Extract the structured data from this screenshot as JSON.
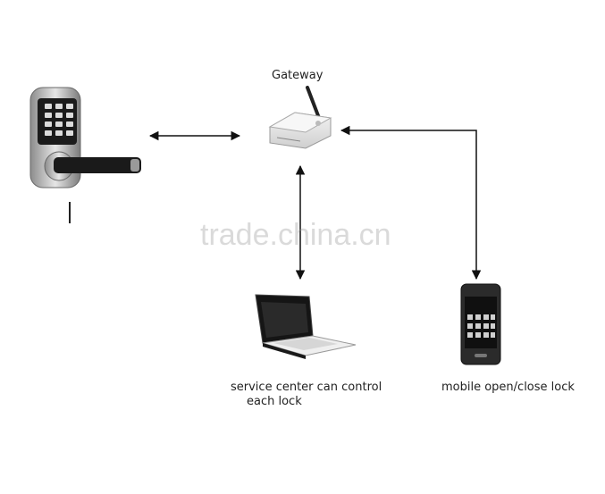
{
  "labels": {
    "gateway": "Gateway",
    "service_center_line1": "service center can control",
    "service_center_line2": "each lock",
    "mobile": "mobile open/close lock"
  },
  "watermark": "trade.china.cn",
  "nodes": [
    {
      "id": "door-lock",
      "icon": "keypad-door-lock"
    },
    {
      "id": "gateway",
      "icon": "wireless-router"
    },
    {
      "id": "laptop",
      "icon": "laptop"
    },
    {
      "id": "mobile",
      "icon": "smartphone"
    }
  ],
  "edges": [
    {
      "from": "door-lock",
      "to": "gateway",
      "direction": "bidirectional"
    },
    {
      "from": "gateway",
      "to": "laptop",
      "direction": "bidirectional"
    },
    {
      "from": "mobile",
      "to": "gateway",
      "direction": "bidirectional"
    }
  ]
}
